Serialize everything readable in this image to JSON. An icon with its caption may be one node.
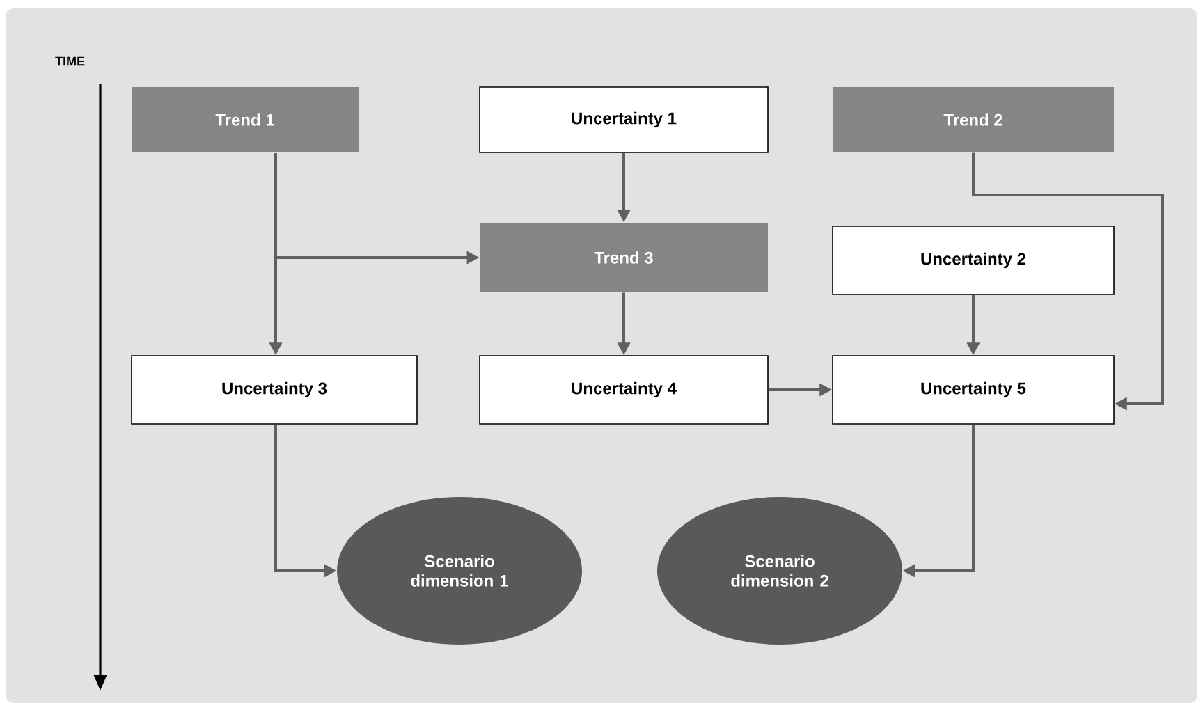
{
  "diagram": {
    "nodes": [
      {
        "text": [
          "Trend 1"
        ]
      },
      {
        "text": [
          "Uncertainty 1"
        ]
      },
      {
        "text": [
          "Trend 2"
        ]
      },
      {
        "text": [
          "Trend 3"
        ]
      },
      {
        "text": [
          "Uncertainty 2"
        ]
      },
      {
        "text": [
          "Uncertainty 3"
        ]
      },
      {
        "text": [
          "Uncertainty 4"
        ]
      },
      {
        "text": [
          "Uncertainty 5"
        ]
      },
      {
        "text": [
          "Scenario dimension 1"
        ]
      },
      {
        "text": [
          "Scenario dimension 2"
        ]
      }
    ],
    "edges": [
      {
        "from": 0,
        "to": 5,
        "arrow": "to"
      },
      {
        "from": 0,
        "to": 3,
        "arrow": "to"
      },
      {
        "from": 1,
        "to": 3,
        "arrow": "to"
      },
      {
        "from": 3,
        "to": 6,
        "arrow": "to"
      },
      {
        "from": 2,
        "to": 7,
        "arrow": "to"
      },
      {
        "from": 4,
        "to": 7,
        "arrow": "to"
      },
      {
        "from": 6,
        "to": 7,
        "arrow": "to"
      },
      {
        "from": 5,
        "to": 8,
        "arrow": "to"
      },
      {
        "from": 7,
        "to": 9,
        "arrow": "to"
      }
    ],
    "labels": [
      "TIME"
    ]
  }
}
